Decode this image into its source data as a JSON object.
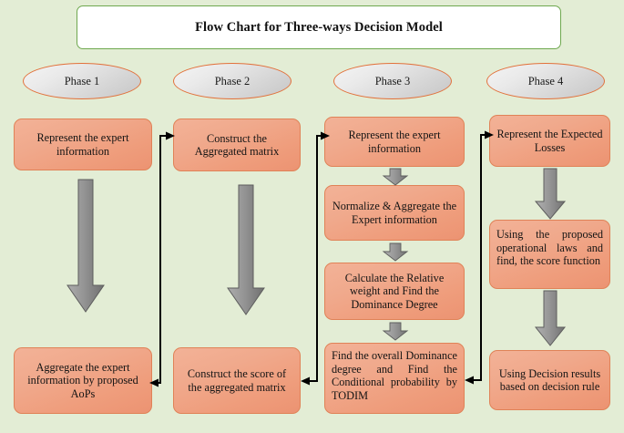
{
  "title": {
    "text": "Flow Chart for Three-ways Decision Model"
  },
  "colors": {
    "background": "#e3edd5",
    "title_border": "#6fa84f",
    "title_fill": "#ffffff",
    "phase_border": "#e2703a",
    "phase_fill": "#dcdcdc",
    "box_fill": "#ef9d7c",
    "box_border": "#e08257",
    "block_arrow": "#8c8c8c",
    "connector": "#000000"
  },
  "phases": [
    {
      "label": "Phase 1"
    },
    {
      "label": "Phase 2"
    },
    {
      "label": "Phase 3"
    },
    {
      "label": "Phase 4"
    }
  ],
  "columns": [
    {
      "phase": "Phase 1",
      "boxes": [
        {
          "text": "Represent the expert information"
        },
        {
          "text": "Aggregate the expert information by proposed AoPs"
        }
      ]
    },
    {
      "phase": "Phase 2",
      "boxes": [
        {
          "text": "Construct the Aggregated matrix"
        },
        {
          "text": "Construct the score of the aggregated matrix"
        }
      ]
    },
    {
      "phase": "Phase 3",
      "boxes": [
        {
          "text": "Represent the expert information"
        },
        {
          "text": "Normalize & Aggregate the Expert information"
        },
        {
          "text": "Calculate the Relative weight and Find the Dominance Degree"
        },
        {
          "text": "Find the overall Dominance degree and Find the Conditional probability by TODIM"
        }
      ]
    },
    {
      "phase": "Phase 4",
      "boxes": [
        {
          "text": "Represent the Expected Losses"
        },
        {
          "text": "Using the proposed operational laws and find, the score function"
        },
        {
          "text": "Using Decision results based on decision rule"
        }
      ]
    }
  ],
  "block_arrows": [
    {
      "name": "arrow-col1-down"
    },
    {
      "name": "arrow-col2-down"
    },
    {
      "name": "arrow-col3-step1-to-step2"
    },
    {
      "name": "arrow-col3-step2-to-step3"
    },
    {
      "name": "arrow-col3-step3-to-step4"
    },
    {
      "name": "arrow-col4-step1-to-step2"
    },
    {
      "name": "arrow-col4-step2-to-step3"
    }
  ],
  "connectors": [
    {
      "name": "connector-phase1-phase2"
    },
    {
      "name": "connector-phase2-phase3"
    },
    {
      "name": "connector-phase3-phase4"
    }
  ]
}
